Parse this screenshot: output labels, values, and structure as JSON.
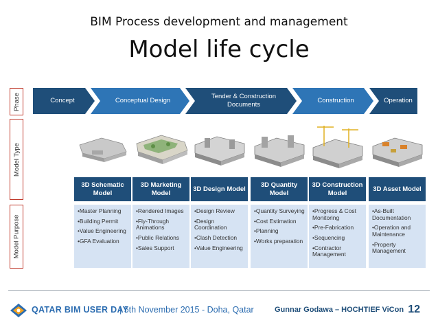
{
  "header": {
    "subtitle": "BIM Process development and management",
    "title": "Model life cycle"
  },
  "row_labels": {
    "phase": "Phase",
    "model_type": "Model Type",
    "model_purpose": "Model Purpose"
  },
  "phases": [
    {
      "label": "Concept"
    },
    {
      "label": "Conceptual Design"
    },
    {
      "label": "Tender & Construction\nDocuments"
    },
    {
      "label": "Construction"
    },
    {
      "label": "Operation"
    }
  ],
  "models": [
    {
      "label": "3D Schematic Model"
    },
    {
      "label": "3D Marketing Model"
    },
    {
      "label": "3D Design Model"
    },
    {
      "label": "3D Quantity Model"
    },
    {
      "label": "3D  Construction Model"
    },
    {
      "label": "3D Asset Model"
    }
  ],
  "purposes": [
    {
      "items": [
        "•Master Planning",
        "•Building Permit",
        "•Value Engineering",
        "•GFA Evaluation"
      ]
    },
    {
      "items": [
        "•Rendered Images",
        "•Fly-Through Animations",
        "•Public Relations",
        "•Sales Support"
      ]
    },
    {
      "items": [
        "•Design Review",
        "•Design Coordination",
        "•Clash Detection",
        "•Value Engineering"
      ]
    },
    {
      "items": [
        "•Quantity Surveying",
        "•Cost Estimation",
        "•Planning",
        "•Works preparation"
      ]
    },
    {
      "items": [
        "•Progress & Cost Monitoring",
        "•Pre-Fabrication",
        "•Sequencing",
        "•Contractor Management"
      ]
    },
    {
      "items": [
        "•As-Built Documentation",
        "•Operation and Maintenance",
        "•Property Management"
      ]
    }
  ],
  "footer": {
    "event": "QATAR BIM USER DAY",
    "date": "| 5th November 2015 - Doha, Qatar",
    "author": "Gunnar Godawa – HOCHTIEF ViCon",
    "page": "12"
  },
  "colors": {
    "phase_dark": "#1f4e79",
    "phase_light": "#2e75b6",
    "model_label_bg": "#1f4e79",
    "purpose_bg": "#d6e3f3",
    "side_label_border": "#c0392b"
  }
}
